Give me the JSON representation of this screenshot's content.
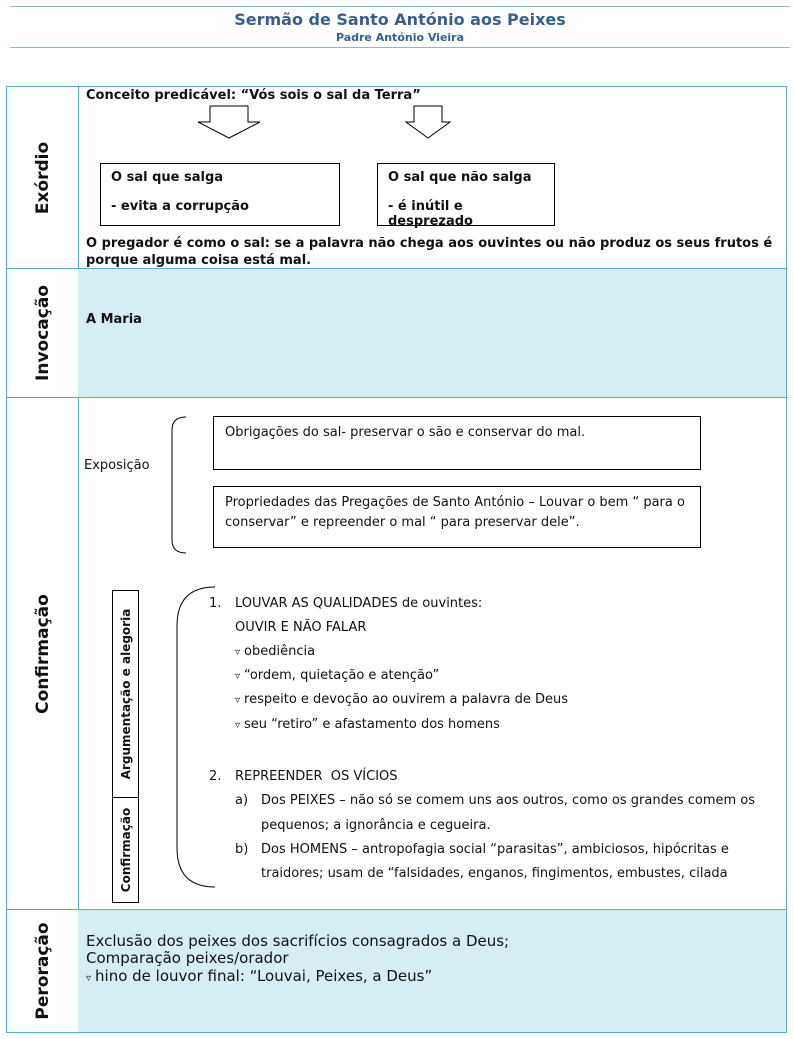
{
  "header": {
    "title": "Sermão de Santo António aos Peixes",
    "subtitle": "Padre António Vieira"
  },
  "exordio": {
    "label": "Exórdio",
    "concept": "Conceito predicável: “Vós sois o sal da Terra”",
    "box_left": {
      "line1": "O sal que salga",
      "line2": "- evita a corrupção"
    },
    "box_right": {
      "line1": "O sal que não salga",
      "line2": "- é inútil e desprezado"
    },
    "conclusion": "O pregador é como o sal: se a palavra não chega aos ouvintes ou não produz os seus frutos é porque alguma coisa está mal."
  },
  "invocacao": {
    "label": "Invocação",
    "text": "A Maria"
  },
  "confirmacao": {
    "label": "Confirmação",
    "exposicao_label": "Exposição",
    "box1": "Obrigações do sal- preservar o são e conservar do mal.",
    "box2": "Propriedades das Pregações de Santo António – Louvar o bem “ para o conservar” e repreender o mal “ para preservar dele”.",
    "side_label_top": "Argumentação e alegoria",
    "side_label_bottom": "Confirmação",
    "point1": {
      "num": "1.",
      "title": "LOUVAR AS QUALIDADES de ouvintes:",
      "sub": "OUVIR E NÃO FALAR",
      "bullets": [
        "obediência",
        "“ordem, quietação e atenção”",
        "respeito e devoção ao ouvirem a palavra de Deus",
        "seu “retiro” e afastamento dos homens"
      ]
    },
    "point2": {
      "num": "2.",
      "title": "REPREENDER  OS VÍCIOS",
      "a_num": "a)",
      "a_line1": "Dos PEIXES – não só se comem uns aos outros, como os grandes comem os",
      "a_line2": "pequenos; a ignorância e cegueira.",
      "b_num": "b)",
      "b_line1": "Dos HOMENS – antropofagia social “parasitas”, ambiciosos, hipócritas e",
      "b_line2": "traidores; usam de “falsidades, enganos, fingimentos, embustes, cilada"
    }
  },
  "peroracao": {
    "label": "Peroração",
    "line1": "Exclusão dos peixes dos sacrifícios consagrados a Deus;",
    "line2": "Comparação peixes/orador",
    "line3": "hino de louvor final: “Louvai, Peixes, a Deus”"
  },
  "icons": {
    "bullet": "triangle-down-icon",
    "arrow": "down-arrow-icon"
  }
}
